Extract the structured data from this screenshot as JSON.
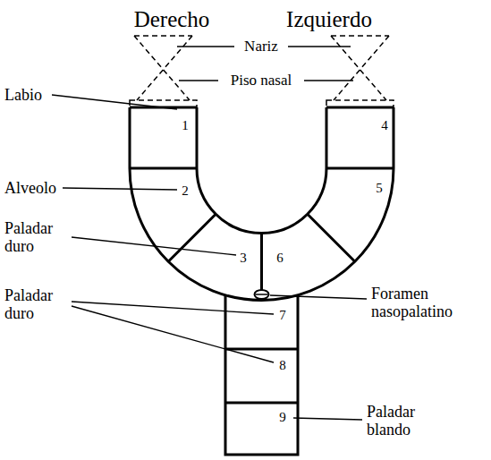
{
  "diagram": {
    "labels": [
      "Derecho",
      "Izquierdo",
      "Nariz",
      "Piso nasal",
      "Labio",
      "1",
      "4",
      "Alveolo",
      "2",
      "5",
      "Paladar duro",
      "3",
      "6",
      "Foramen nasopalatino",
      "7",
      "Paladar duro",
      "8",
      "9",
      "Paladar blando"
    ]
  }
}
